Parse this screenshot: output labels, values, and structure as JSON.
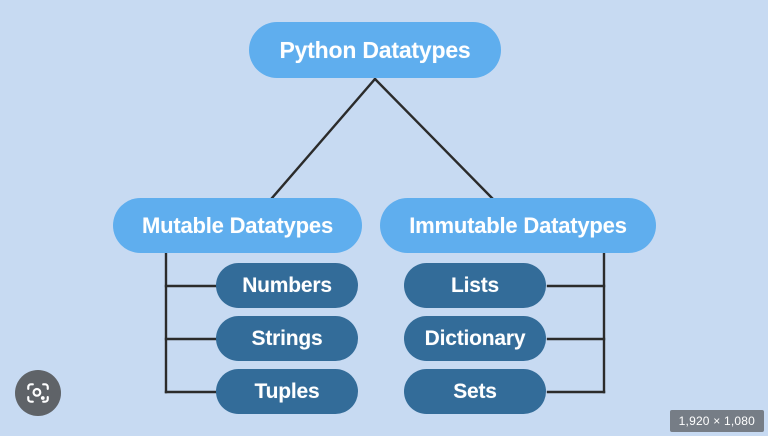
{
  "diagram": {
    "title": "Python Datatypes",
    "background_color": "#c7daf2",
    "root": {
      "label": "Python Datatypes",
      "color": "#5faeee",
      "text_color": "#ffffff"
    },
    "branches": [
      {
        "id": "mutable",
        "label": "Mutable Datatypes",
        "color": "#5faeee",
        "side": "left",
        "children": [
          {
            "label": "Numbers",
            "color": "#336c99"
          },
          {
            "label": "Strings",
            "color": "#336c99"
          },
          {
            "label": "Tuples",
            "color": "#336c99"
          }
        ]
      },
      {
        "id": "immutable",
        "label": "Immutable Datatypes",
        "color": "#5faeee",
        "side": "right",
        "children": [
          {
            "label": "Lists",
            "color": "#336c99"
          },
          {
            "label": "Dictionary",
            "color": "#336c99"
          },
          {
            "label": "Sets",
            "color": "#336c99"
          }
        ]
      }
    ],
    "connector_color": "#2b2b2b"
  },
  "overlay": {
    "lens_button": {
      "icon": "google-lens-icon",
      "background_color": "#5f6368"
    },
    "dimension_badge": {
      "text": "1,920 × 1,080"
    }
  }
}
